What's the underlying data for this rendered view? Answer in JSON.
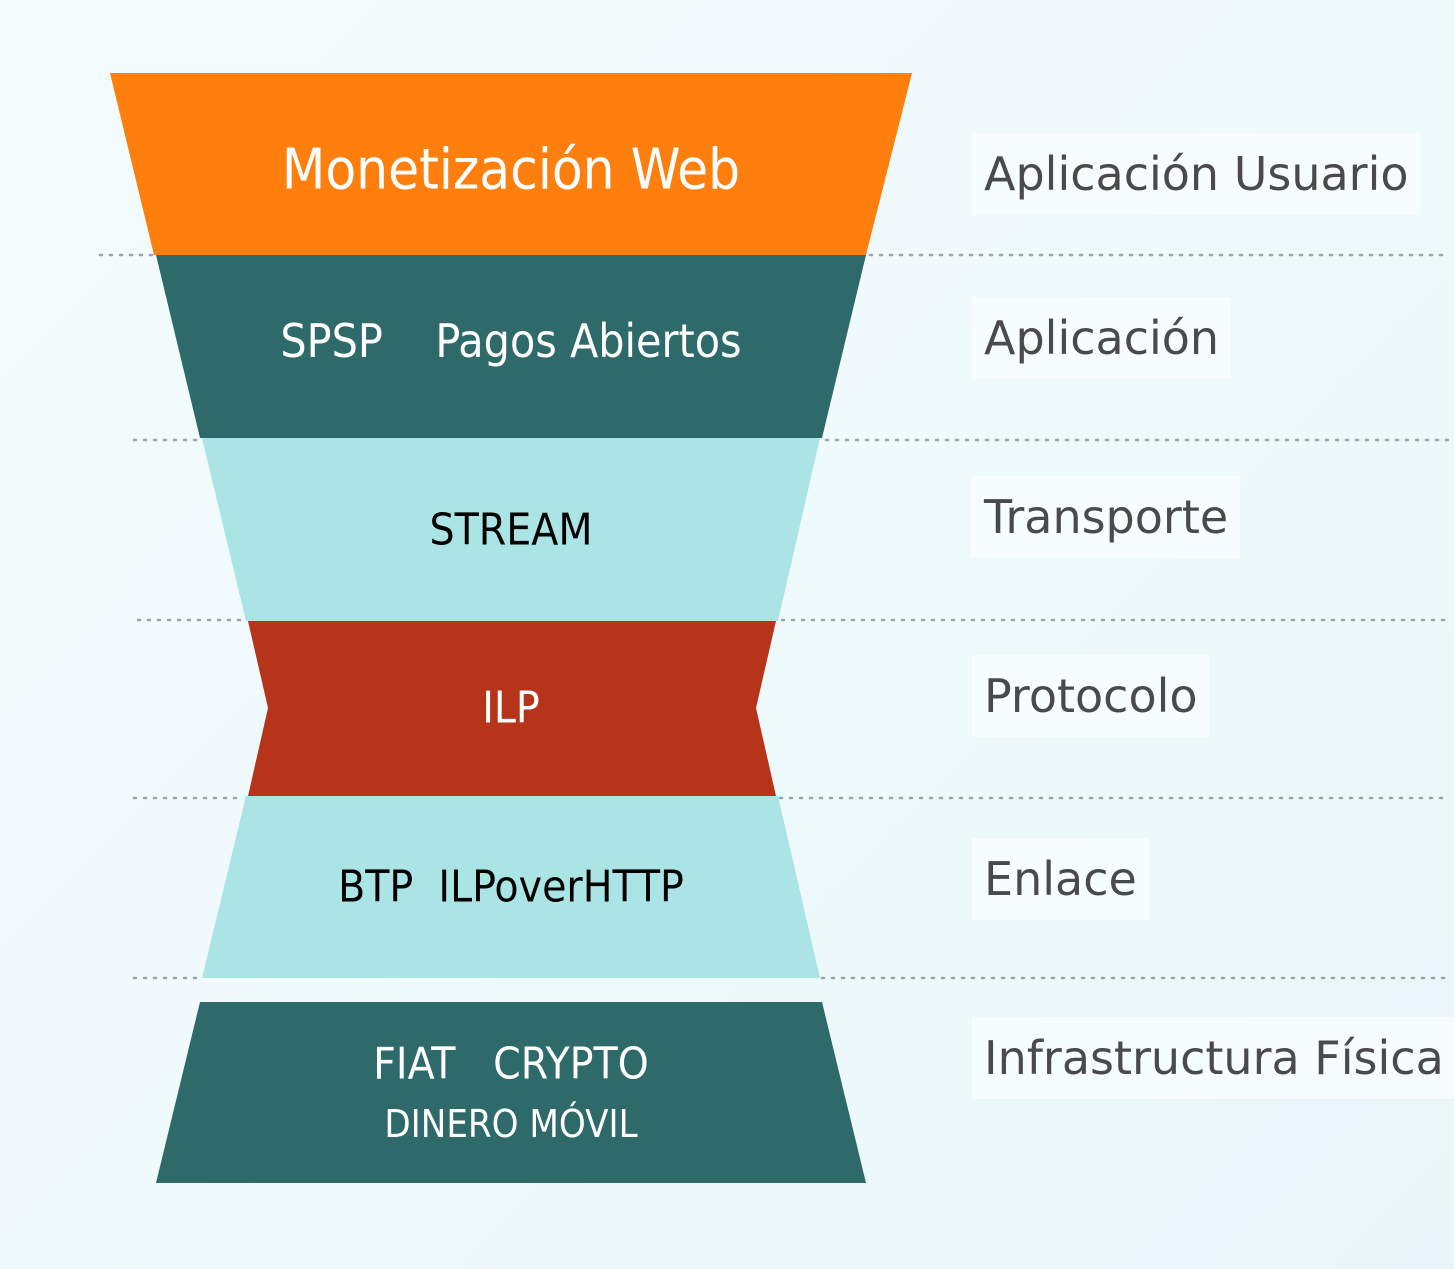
{
  "colors": {
    "orange": "#ff7f0e",
    "teal_dark": "#2f6a6a",
    "aqua_light": "#abe4e5",
    "rust": "#b5341a",
    "separator": "#9aa3a6",
    "text_on_dark": "#ffffff",
    "text_on_light": "#000000",
    "label_text": "#4a4a4a"
  },
  "bands": [
    {
      "id": "monetizacion",
      "lines": [
        "Monetización Web"
      ],
      "fill": "orange",
      "text_color": "text_on_dark"
    },
    {
      "id": "spsp",
      "lines": [
        "SPSP    Pagos Abiertos"
      ],
      "fill": "teal_dark",
      "text_color": "text_on_dark"
    },
    {
      "id": "stream",
      "lines": [
        "STREAM"
      ],
      "fill": "aqua_light",
      "text_color": "text_on_light"
    },
    {
      "id": "ilp",
      "lines": [
        "ILP"
      ],
      "fill": "rust",
      "text_color": "text_on_dark"
    },
    {
      "id": "btp",
      "lines": [
        "BTP  ILPoverHTTP"
      ],
      "fill": "aqua_light",
      "text_color": "text_on_light"
    },
    {
      "id": "fiat",
      "lines": [
        "FIAT   CRYPTO",
        "DINERO MÓVIL"
      ],
      "fill": "teal_dark",
      "text_color": "text_on_dark"
    }
  ],
  "layers": [
    "Aplicación Usuario",
    "Aplicación",
    "Transporte",
    "Protocolo",
    "Enlace",
    "Infrastructura Física"
  ]
}
